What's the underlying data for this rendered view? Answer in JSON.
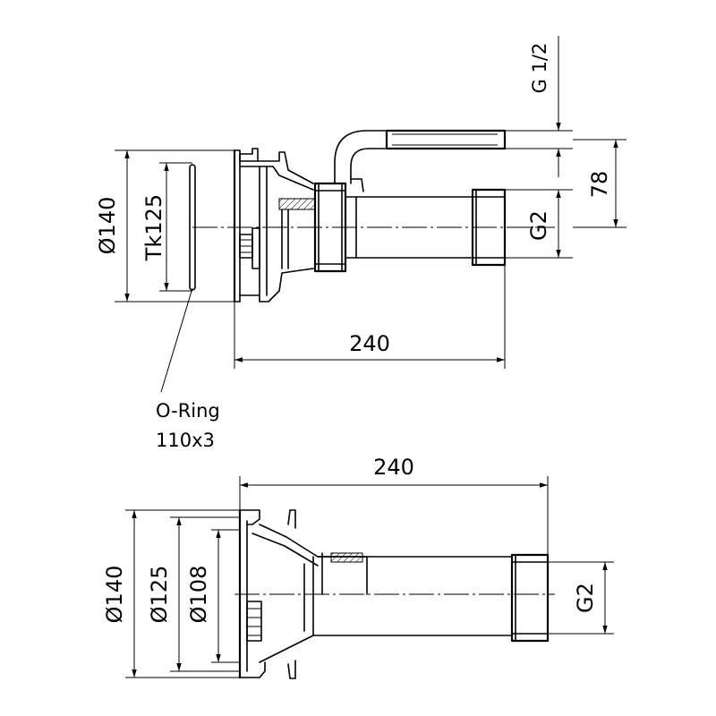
{
  "top_view": {
    "dia_140": "Ø140",
    "tk_125": "Tk125",
    "length_240": "240",
    "g_1_2": "G 1/2",
    "g2": "G2",
    "height_78": "78",
    "oring_label": "O-Ring",
    "oring_size": "110x3"
  },
  "bottom_view": {
    "length_240": "240",
    "dia_140": "Ø140",
    "dia_125": "Ø125",
    "dia_108": "Ø108",
    "g2": "G2"
  }
}
